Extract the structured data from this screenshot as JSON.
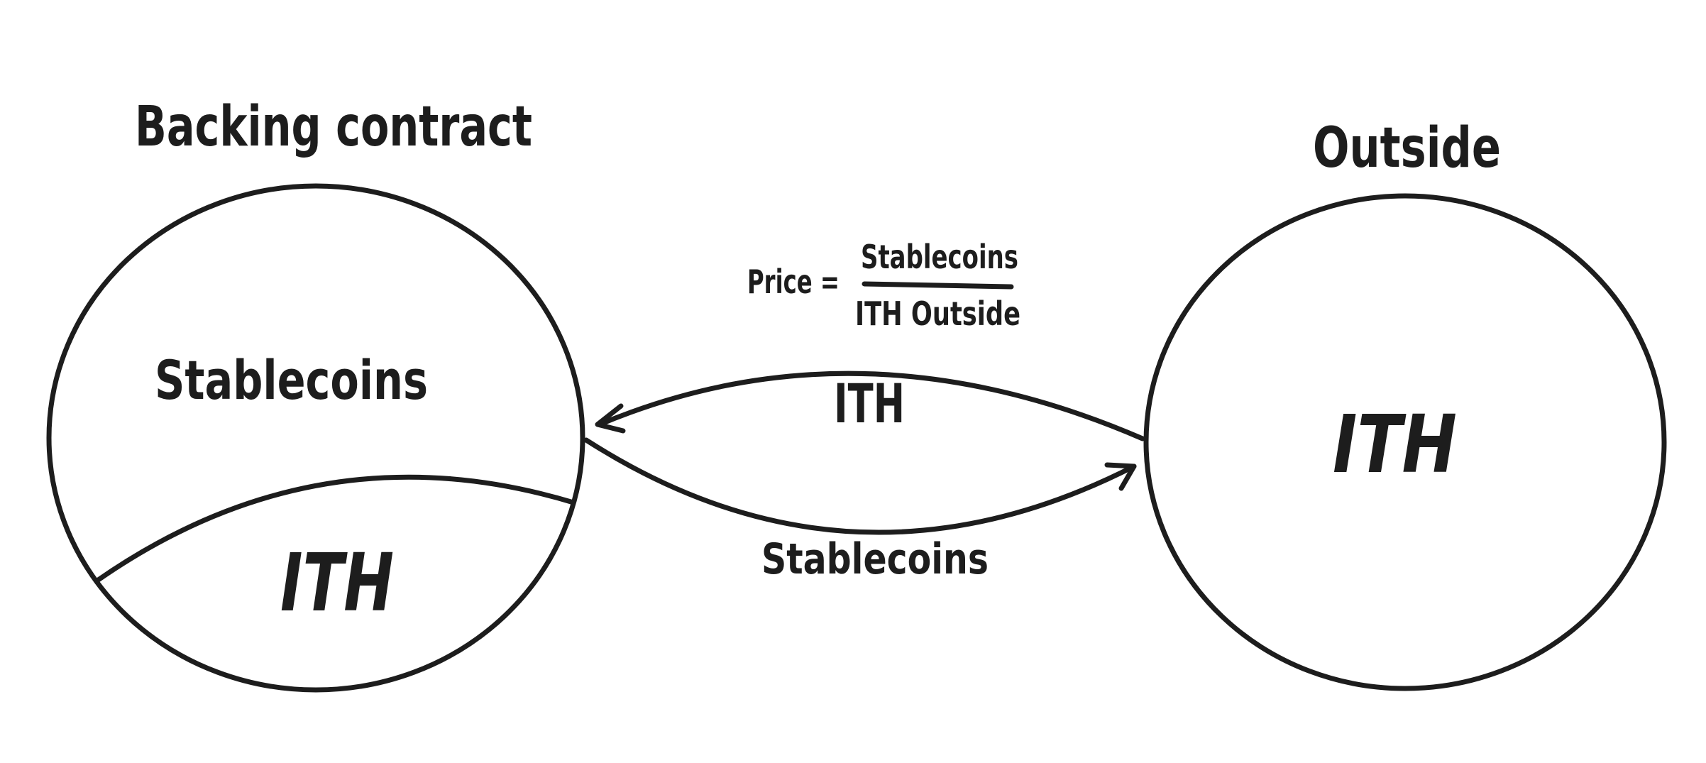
{
  "diagram": {
    "backing_contract": {
      "title": "Backing contract",
      "upper_section": "Stablecoins",
      "lower_section": "ITH"
    },
    "outside": {
      "title": "Outside",
      "content": "ITH"
    },
    "flows": {
      "to_backing_contract": "ITH",
      "to_outside": "Stablecoins"
    },
    "formula": {
      "lhs": "Price =",
      "numerator": "Stablecoins",
      "denominator": "ITH Outside"
    }
  },
  "colors": {
    "ink": "#1d1d1d",
    "background": "#ffffff"
  }
}
